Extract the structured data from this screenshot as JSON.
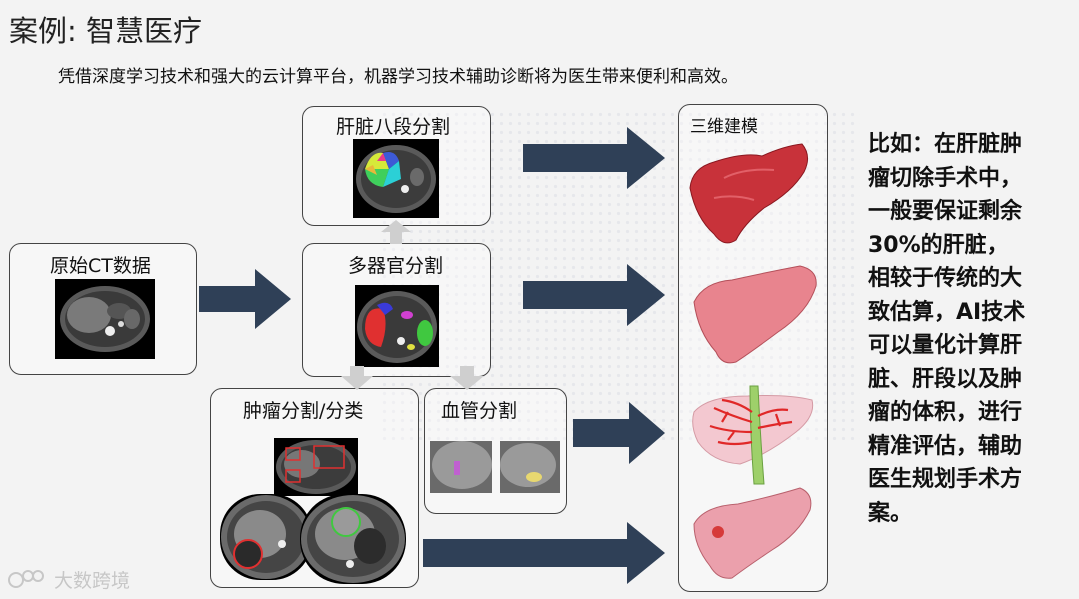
{
  "title": "案例: 智慧医疗",
  "subtitle": "凭借深度学习技术和强大的云计算平台，机器学习技术辅助诊断将为医生带来便利和高效。",
  "boxes": {
    "liver_segments": "肝脏八段分割",
    "raw_ct": "原始CT数据",
    "multi_organ": "多器官分割",
    "tumor": "肿瘤分割/分类",
    "vessel": "血管分割",
    "model3d": "三维建模"
  },
  "side_text": [
    "比如：在肝脏肿",
    "瘤切除手术中，",
    "一般要保证剩余",
    "30%的肝脏，",
    "相较于传统的大",
    "致估算，AI技术",
    "可以量化计算肝",
    "脏、肝段以及肿",
    "瘤的体积，进行",
    "精准评估，辅助",
    "医生规划手术方",
    "案。"
  ],
  "watermark": "大数跨境",
  "colors": {
    "arrow": "#2f4057",
    "small_arrow": "#cfcfcf",
    "liver_dark": "#c8323a",
    "liver_pink": "#e8848e"
  }
}
